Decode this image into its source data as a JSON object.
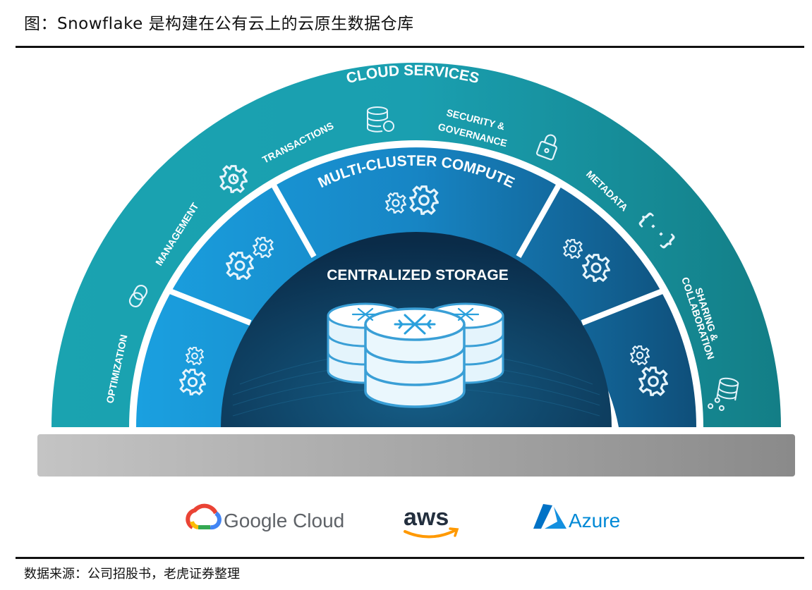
{
  "figure_title": "图：Snowflake 是构建在公有云上的云原生数据仓库",
  "layers": {
    "cloud_services": "CLOUD SERVICES",
    "compute": "MULTI-CLUSTER COMPUTE",
    "storage": "CENTRALIZED STORAGE"
  },
  "services": {
    "optimization": "OPTIMIZATION",
    "management": "MANAGEMENT",
    "transactions": "TRANSACTIONS",
    "security_line1": "SECURITY &",
    "security_line2": "GOVERNANCE",
    "metadata": "METADATA",
    "sharing_line1": "SHARING &",
    "sharing_line2": "COLLABORATION"
  },
  "vendors": {
    "google": "Google Cloud",
    "aws": "aws",
    "azure": "Azure"
  },
  "source_note": "数据来源：公司招股书，老虎证券整理",
  "colors": {
    "outer_arc": "#1a9aa8",
    "compute_blue": "#1a8fd0",
    "storage_dark": "#0c3554",
    "base_gray": "#9e9e9e",
    "google_blue": "#4285f4",
    "aws_orange": "#ff9900",
    "azure_blue": "#0089d6"
  },
  "icons": [
    "gear-icon",
    "clock-gear-icon",
    "database-sync-icon",
    "lock-icon",
    "braces-icon",
    "link-icon",
    "database-share-icon",
    "snowflake-icon"
  ]
}
